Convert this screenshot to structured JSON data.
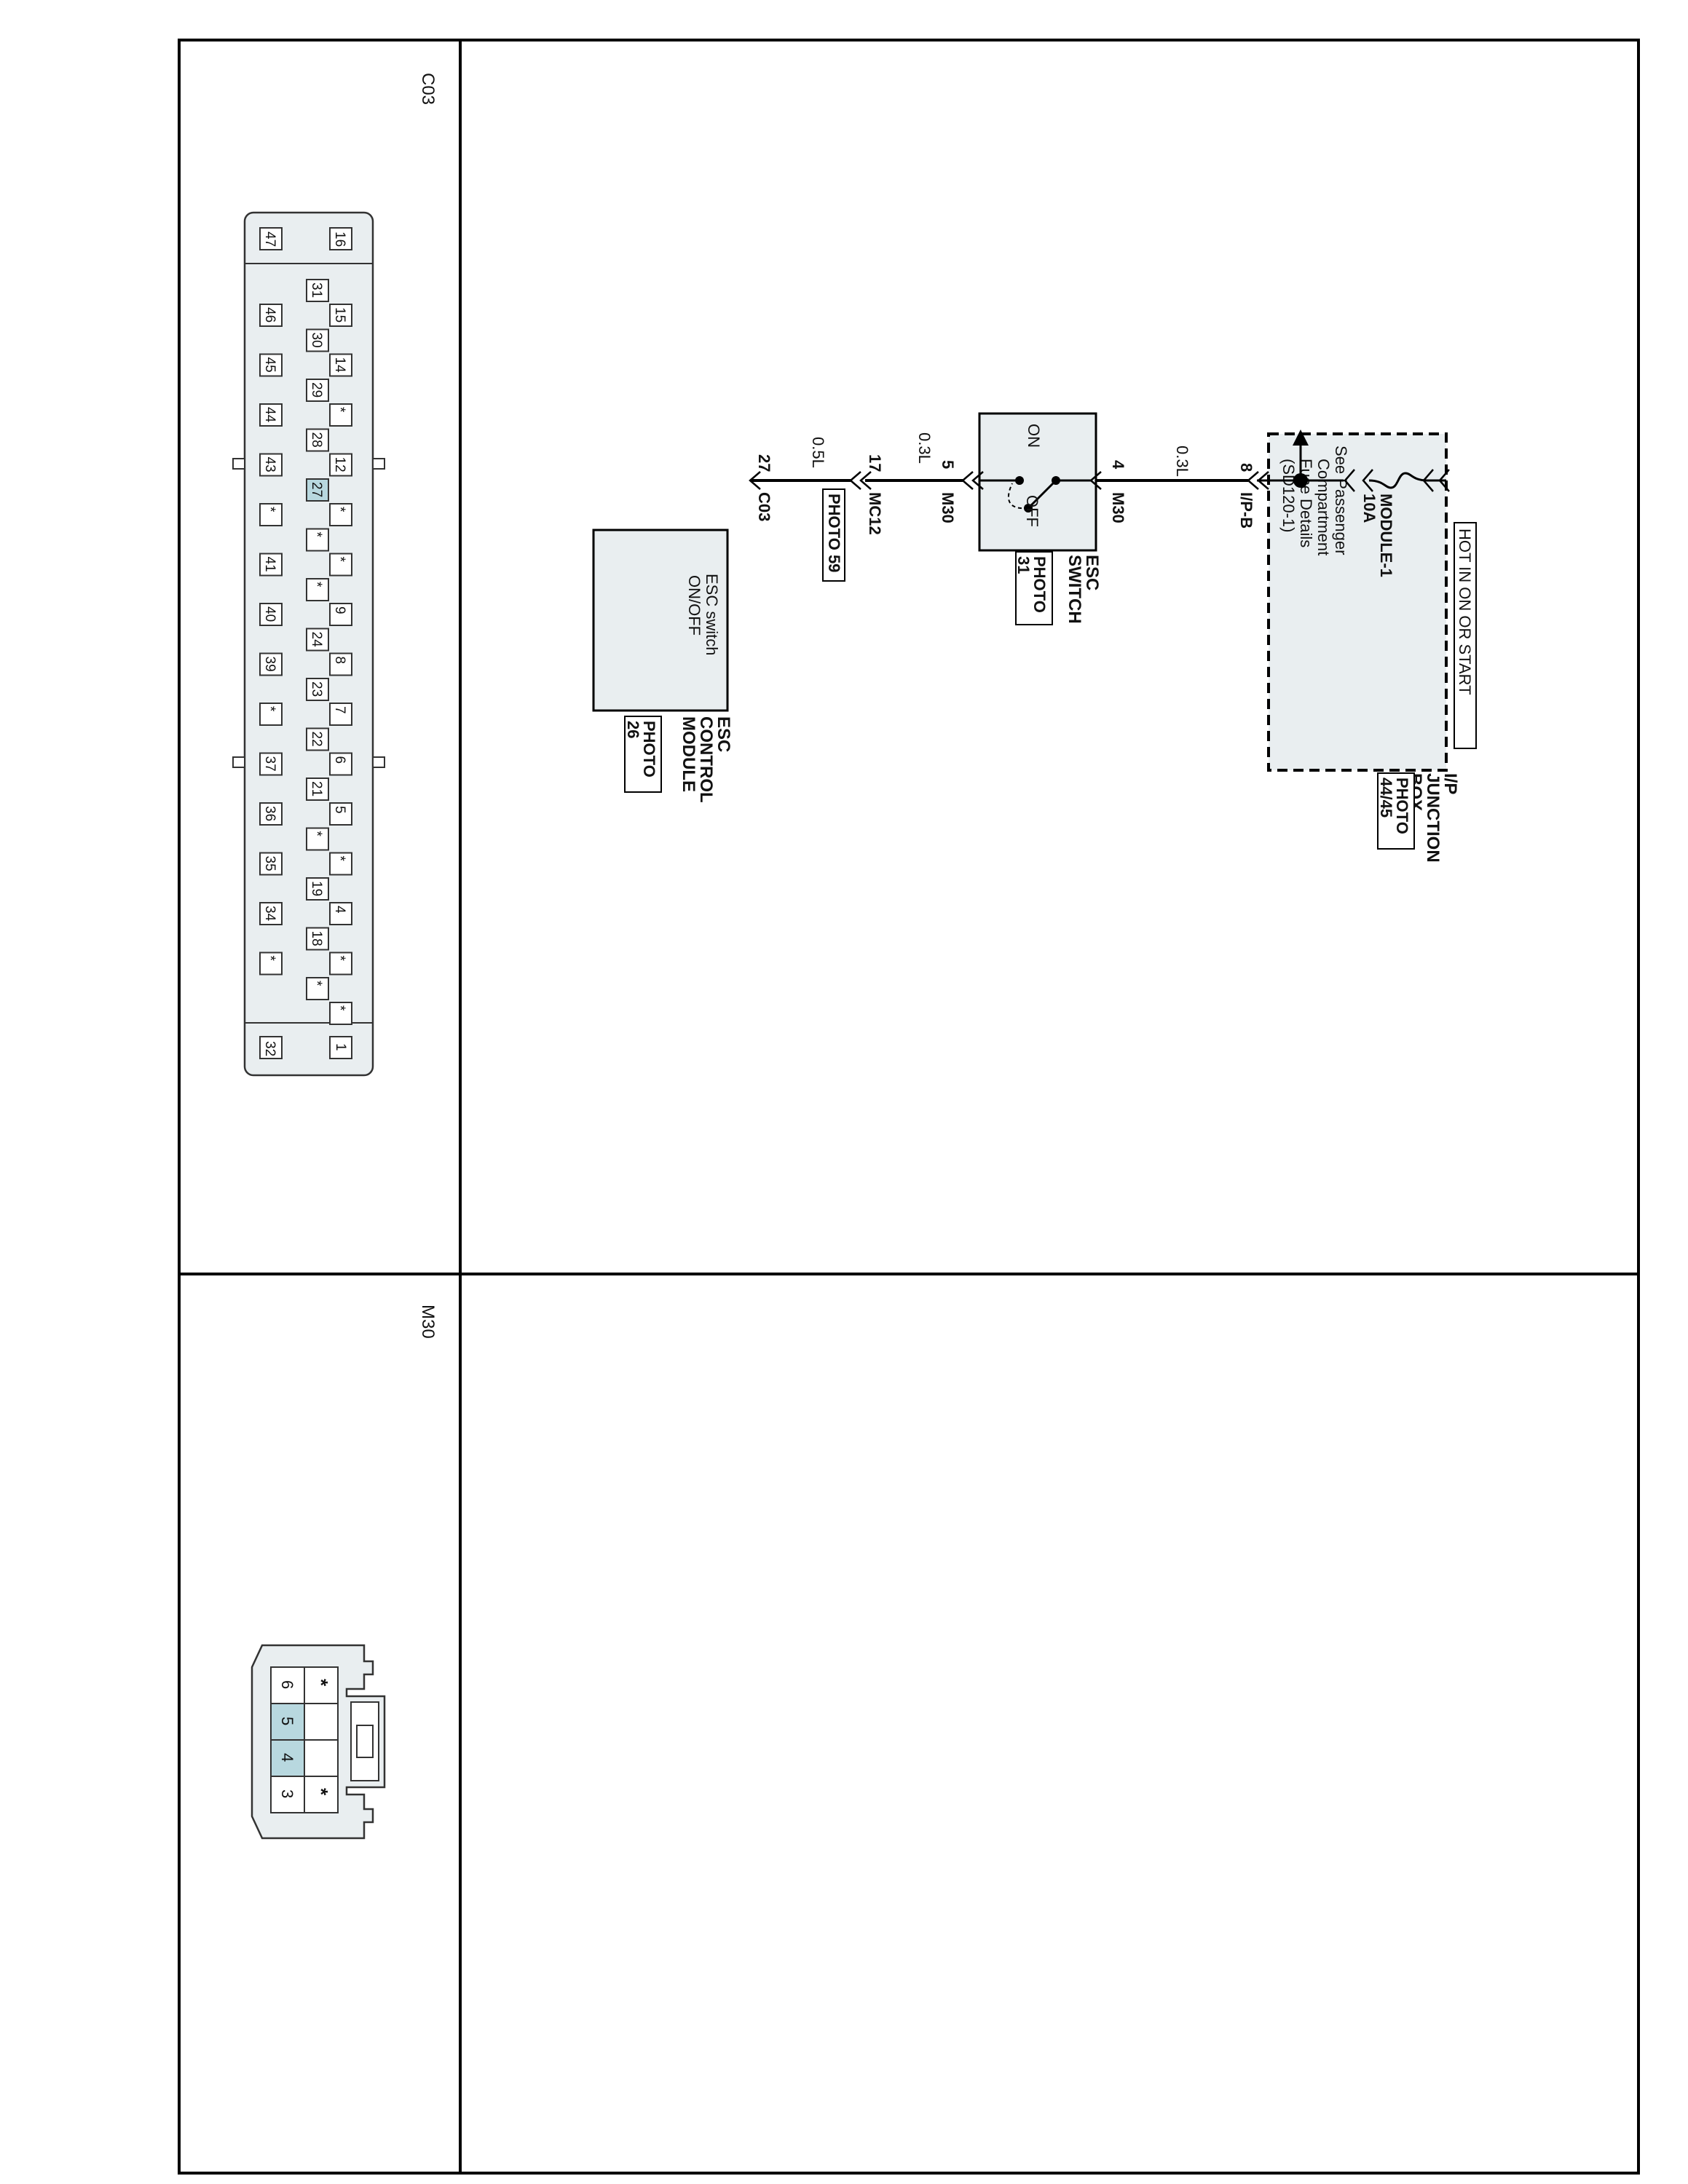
{
  "panels": {
    "c03_label": "C03",
    "m30_label": "M30"
  },
  "c03_connector": {
    "row_top": [
      "16",
      "",
      "",
      "",
      "",
      "",
      "",
      "",
      "",
      "",
      "",
      "",
      "",
      "",
      "",
      "",
      "1"
    ],
    "pins_a": [
      "15",
      "14",
      "*",
      "12",
      "*",
      "*",
      "9",
      "8",
      "7",
      "6",
      "5",
      "*",
      "4",
      "*",
      "*"
    ],
    "pins_b": [
      "31",
      "30",
      "29",
      "28",
      "27",
      "*",
      "*",
      "24",
      "23",
      "22",
      "21",
      "*",
      "19",
      "18",
      "*"
    ],
    "pins_c": [
      "46",
      "45",
      "44",
      "43",
      "*",
      "41",
      "40",
      "39",
      "*",
      "37",
      "36",
      "35",
      "34",
      "*"
    ],
    "end_top": "16",
    "end_bottom": "1",
    "end_left_top": "47",
    "end_left_bottom": "32",
    "highlight": "27"
  },
  "m30_connector": {
    "top_row": [
      "*",
      "",
      "",
      "*"
    ],
    "bottom_row": [
      "6",
      "5",
      "4",
      "3"
    ],
    "highlight": [
      "5",
      "4"
    ]
  },
  "schematic": {
    "hot_label": "HOT IN ON OR START",
    "fuse_name": "MODULE-1",
    "fuse_rating": "10A",
    "box_title_1": "I/P",
    "box_title_2": "JUNCTION",
    "box_title_3": "BOX",
    "box_photo_1": "PHOTO",
    "box_photo_2": "44/45",
    "see_1": "See Passenger",
    "see_2": "Compartment",
    "see_3": "Fuse Details",
    "see_4": "(SD120-1)",
    "pin_ipb": "8",
    "conn_ipb": "I/P-B",
    "wire1": "0.3L",
    "pin_m30_4": "4",
    "conn_m30_a": "M30",
    "sw_on": "ON",
    "sw_off": "OFF",
    "sw_title_1": "ESC",
    "sw_title_2": "SWITCH",
    "sw_photo_1": "PHOTO",
    "sw_photo_2": "31",
    "pin_m30_5": "5",
    "conn_m30_b": "M30",
    "wire2": "0.3L",
    "pin_mc12": "17",
    "conn_mc12": "MC12",
    "mc12_photo": "PHOTO 59",
    "wire3": "0.5L",
    "pin_c03": "27",
    "conn_c03": "C03",
    "esc_inner_1": "ESC switch",
    "esc_inner_2": "ON/OFF",
    "esc_title_1": "ESC",
    "esc_title_2": "CONTROL",
    "esc_title_3": "MODULE",
    "esc_photo_1": "PHOTO",
    "esc_photo_2": "26"
  }
}
